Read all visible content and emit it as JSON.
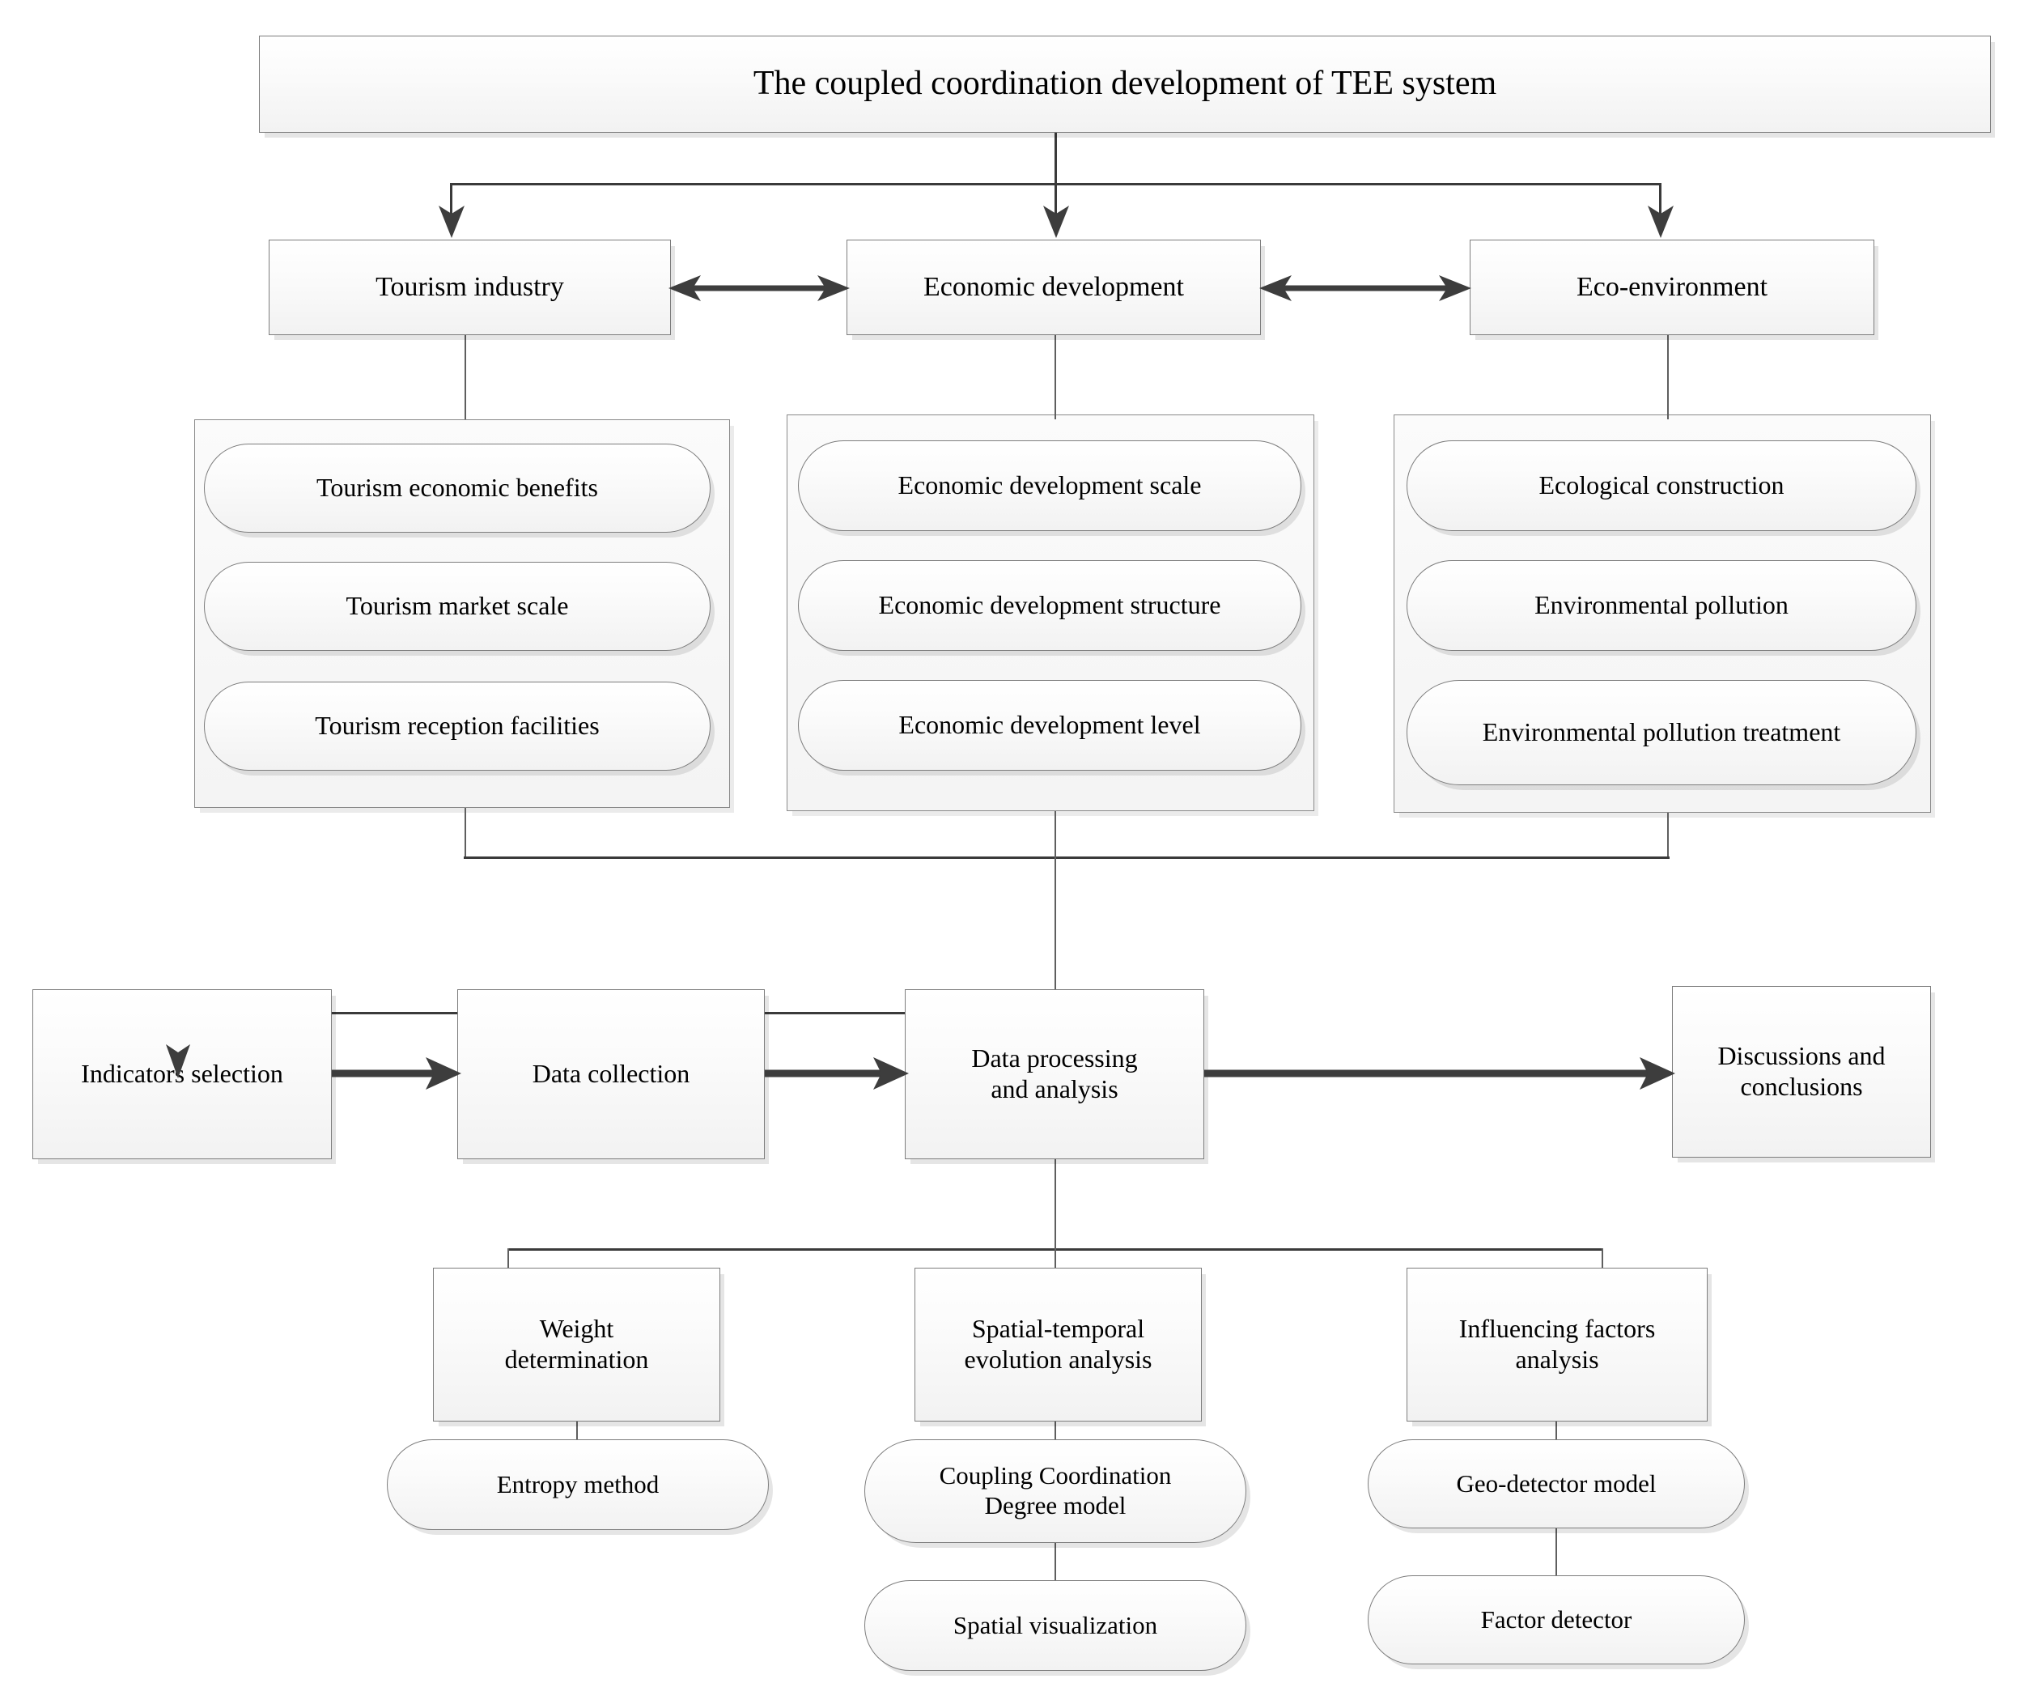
{
  "diagram": {
    "title_box": {
      "label": "The coupled coordination development of TEE system"
    },
    "systems": [
      {
        "id": "tourism",
        "label": "Tourism industry",
        "indicators": [
          "Tourism economic benefits",
          "Tourism market scale",
          "Tourism reception facilities"
        ]
      },
      {
        "id": "economy",
        "label": "Economic development",
        "indicators": [
          "Economic development scale",
          "Economic development structure",
          "Economic development level"
        ]
      },
      {
        "id": "ecology",
        "label": "Eco-environment",
        "indicators": [
          "Ecological construction",
          "Environmental pollution",
          "Environmental pollution treatment"
        ]
      }
    ],
    "workflow": [
      {
        "id": "indicators",
        "label": "Indicators selection"
      },
      {
        "id": "collection",
        "label": "Data collection"
      },
      {
        "id": "processing",
        "label": "Data processing\nand analysis"
      },
      {
        "id": "conclusions",
        "label": "Discussions and\nconclusions"
      }
    ],
    "analysis_branches": [
      {
        "id": "weight",
        "label": "Weight\ndetermination",
        "methods": [
          "Entropy method"
        ]
      },
      {
        "id": "spatial",
        "label": "Spatial-temporal\nevolution analysis",
        "methods": [
          "Coupling Coordination\nDegree model",
          "Spatial visualization"
        ]
      },
      {
        "id": "factors",
        "label": "Influencing factors\nanalysis",
        "methods": [
          "Geo-detector model",
          "Factor detector"
        ]
      }
    ],
    "colors": {
      "node_border": "#7d7d7d",
      "node_fill_top": "#ffffff",
      "node_fill_bottom": "#f2f2f2",
      "connector": "#3a3a3a",
      "arrow": "#3d3d3d",
      "text": "#000000",
      "background": "#ffffff"
    }
  }
}
